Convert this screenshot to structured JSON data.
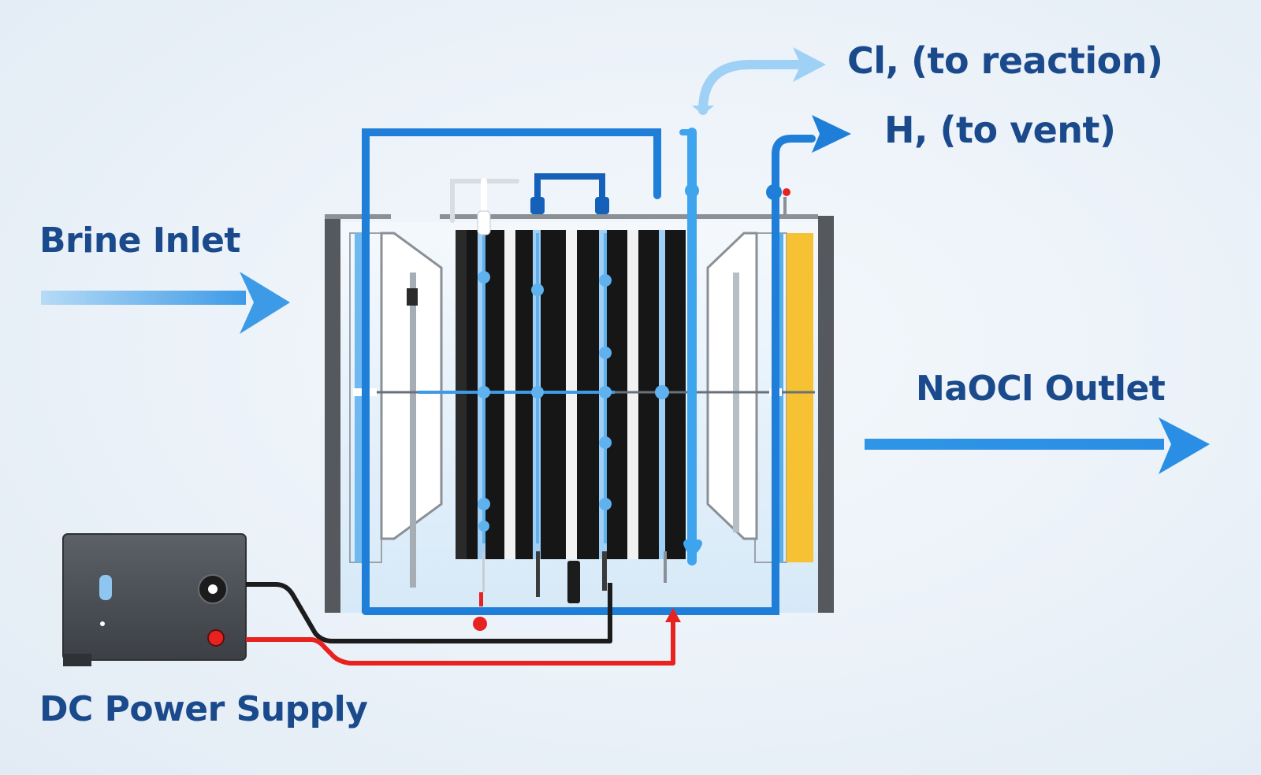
{
  "labels": {
    "brine_inlet": "Brine Inlet",
    "naocl_outlet": "NaOCl Outlet",
    "dc_power_supply": "DC Power Supply",
    "cl2_output": "Cl, (to reaction)",
    "h2_output": "H, (to vent)"
  },
  "colors": {
    "label_text": "#1a4a8c",
    "pipe_blue": "#1f7fd8",
    "pipe_light_blue": "#6fb8f0",
    "arrow_light": "#7cc0f2",
    "wire_red": "#e8231f",
    "wire_black": "#1c1c1c",
    "electrode_dark": "#161616",
    "membrane_yellow": "#f6c234",
    "power_supply_body": "#4a4f54"
  },
  "icons": {
    "arrow": "arrow-right-icon",
    "power_knob": "knob-icon",
    "terminal": "terminal-icon"
  }
}
